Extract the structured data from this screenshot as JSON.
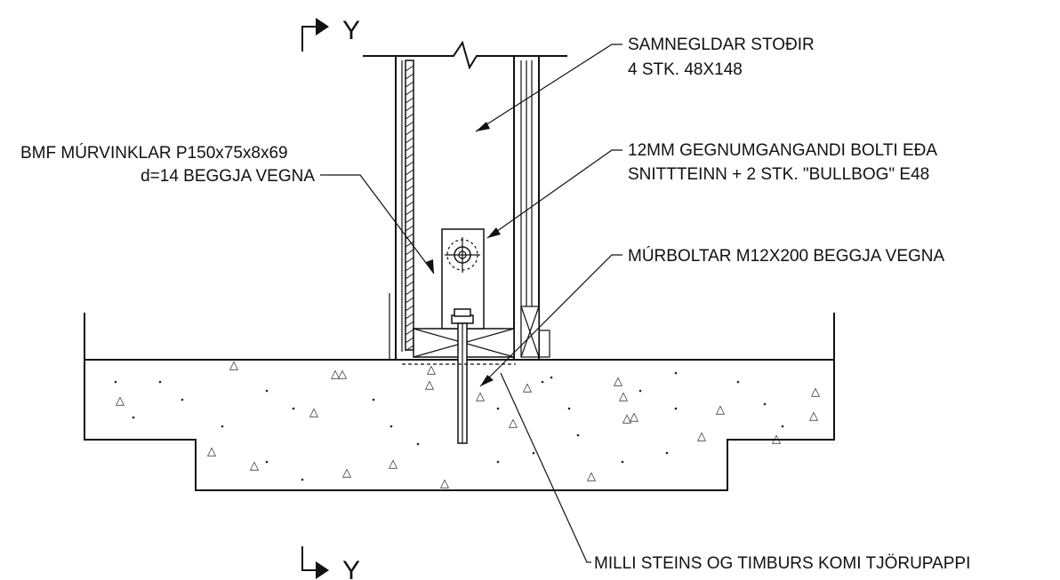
{
  "section_marker": {
    "letter": "Y"
  },
  "labels": {
    "studs_line1": "SAMNEGLDAR STOÐIR",
    "studs_line2": "4 STK. 48X148",
    "bracket_line1": "BMF MÚRVINKLAR P150x75x8x69",
    "bracket_line2": "d=14 BEGGJA VEGNA",
    "bolt_line1": "12MM GEGNUMGANGANDI BOLTI EÐA",
    "bolt_line2": "SNITTTEINN + 2 STK. \"BULLBOG\" E48",
    "anchor": "MÚRBOLTAR M12X200 BEGGJA VEGNA",
    "membrane": "MILLI STEINS OG TIMBURS KOMI TJÖRUPAPPI"
  },
  "aggregate_glyph": "△"
}
